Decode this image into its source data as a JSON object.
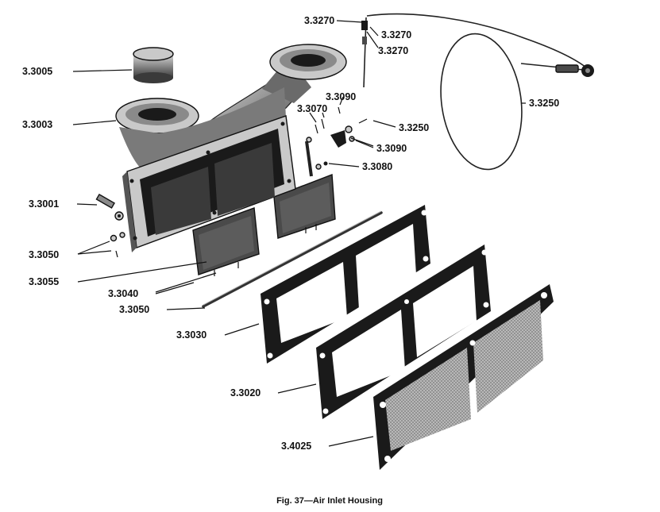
{
  "figure": {
    "caption": "Fig. 37—Air Inlet Housing"
  },
  "parts": {
    "p3270a": "3.3270",
    "p3270b": "3.3270",
    "p3270c": "3.3270",
    "p3005": "3.3005",
    "p3003": "3.3003",
    "p3090a": "3.3090",
    "p3070": "3.3070",
    "p3250a": "3.3250",
    "p3250b": "3.3250",
    "p3090b": "3.3090",
    "p3080": "3.3080",
    "p3001": "3.3001",
    "p3050a": "3.3050",
    "p3055": "3.3055",
    "p3040": "3.3040",
    "p3050b": "3.3050",
    "p3030": "3.3030",
    "p3020": "3.3020",
    "p4025": "3.4025"
  },
  "colors": {
    "ink": "#111111",
    "paper": "#ffffff"
  }
}
